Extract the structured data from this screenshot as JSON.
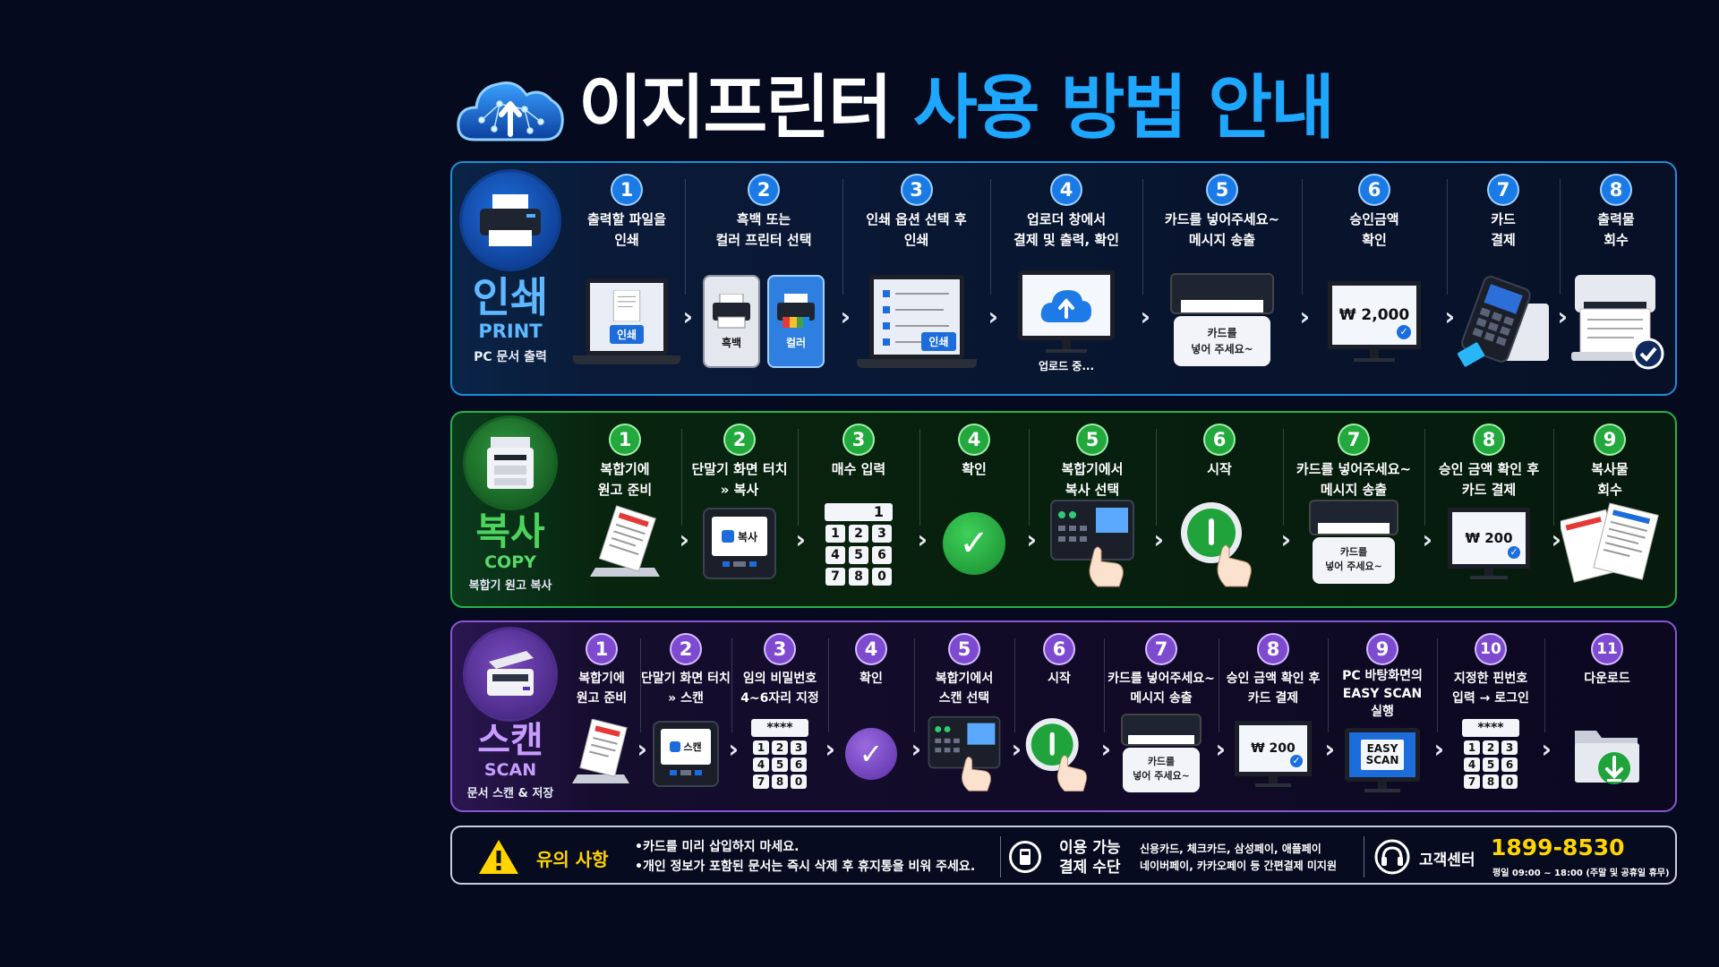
{
  "title": {
    "part1": "이지프린터",
    "part2": "사용 방법 안내"
  },
  "print": {
    "ko": "인쇄",
    "en": "PRINT",
    "sub": "PC 문서 출력",
    "steps": [
      {
        "n": "1",
        "line1": "출력할 파일을",
        "line2": "인쇄",
        "btn": "인쇄"
      },
      {
        "n": "2",
        "line1": "흑백 또는",
        "line2": "컬러 프린터 선택",
        "bw": "흑백",
        "color": "컬러"
      },
      {
        "n": "3",
        "line1": "인쇄 옵션 선택 후",
        "line2": "인쇄",
        "btn": "인쇄"
      },
      {
        "n": "4",
        "line1": "업로더 창에서",
        "line2": "결제 및 출력, 확인",
        "caption": "업로드 중..."
      },
      {
        "n": "5",
        "line1": "카드를 넣어주세요~",
        "line2": "메시지 송출",
        "msg1": "카드를",
        "msg2": "넣어 주세요~"
      },
      {
        "n": "6",
        "line1": "승인금액",
        "line2": "확인",
        "price": "₩ 2,000"
      },
      {
        "n": "7",
        "line1": "카드",
        "line2": "결제"
      },
      {
        "n": "8",
        "line1": "출력물",
        "line2": "회수"
      }
    ]
  },
  "copy": {
    "ko": "복사",
    "en": "COPY",
    "sub": "복합기 원고 복사",
    "steps": [
      {
        "n": "1",
        "line1": "복합기에",
        "line2": "원고 준비"
      },
      {
        "n": "2",
        "line1": "단말기 화면 터치",
        "line2": "» 복사",
        "btn": "복사"
      },
      {
        "n": "3",
        "line1": "매수 입력",
        "line2": "",
        "count": "1",
        "keys": [
          "1",
          "2",
          "3",
          "4",
          "5",
          "6",
          "7",
          "8",
          "0"
        ]
      },
      {
        "n": "4",
        "line1": "확인",
        "line2": ""
      },
      {
        "n": "5",
        "line1": "복합기에서",
        "line2": "복사 선택"
      },
      {
        "n": "6",
        "line1": "시작",
        "line2": ""
      },
      {
        "n": "7",
        "line1": "카드를 넣어주세요~",
        "line2": "메시지 송출",
        "msg1": "카드를",
        "msg2": "넣어 주세요~"
      },
      {
        "n": "8",
        "line1": "승인 금액 확인 후",
        "line2": "카드 결제",
        "price": "₩ 200"
      },
      {
        "n": "9",
        "line1": "복사물",
        "line2": "회수"
      }
    ]
  },
  "scan": {
    "ko": "스캔",
    "en": "SCAN",
    "sub": "문서 스캔 & 저장",
    "steps": [
      {
        "n": "1",
        "line1": "복합기에",
        "line2": "원고 준비"
      },
      {
        "n": "2",
        "line1": "단말기 화면 터치",
        "line2": "» 스캔",
        "btn": "스캔"
      },
      {
        "n": "3",
        "line1": "임의 비밀번호",
        "line2": "4~6자리 지정",
        "pin": "****",
        "keys": [
          "1",
          "2",
          "3",
          "4",
          "5",
          "6",
          "7",
          "8",
          "0"
        ]
      },
      {
        "n": "4",
        "line1": "확인",
        "line2": ""
      },
      {
        "n": "5",
        "line1": "복합기에서",
        "line2": "스캔 선택"
      },
      {
        "n": "6",
        "line1": "시작",
        "line2": ""
      },
      {
        "n": "7",
        "line1": "카드를 넣어주세요~",
        "line2": "메시지 송출",
        "msg1": "카드를",
        "msg2": "넣어 주세요~"
      },
      {
        "n": "8",
        "line1": "승인 금액 확인 후",
        "line2": "카드 결제",
        "price": "₩ 200"
      },
      {
        "n": "9",
        "line1": "PC 바탕화면의",
        "line2": "EASY SCAN",
        "line3": "실행",
        "app1": "EASY",
        "app2": "SCAN"
      },
      {
        "n": "10",
        "line1": "지정한 핀번호",
        "line2": "입력 → 로그인",
        "pin": "****",
        "keys": [
          "1",
          "2",
          "3",
          "4",
          "5",
          "6",
          "7",
          "8",
          "0"
        ]
      },
      {
        "n": "11",
        "line1": "다운로드",
        "line2": ""
      }
    ]
  },
  "notice": {
    "title": "유의 사항",
    "line1": "•카드를 미리 삽입하지 마세요.",
    "line2": "•개인 정보가 포함된 문서는 즉시 삭제 후 휴지통을 비워 주세요.",
    "pay_title1": "이용 가능",
    "pay_title2": "결제 수단",
    "pay_desc1": "신용카드, 체크카드, 삼성페이, 애플페이",
    "pay_desc2": "네이버페이, 카카오페이 등 간편결제 미지원",
    "cs_title": "고객센터",
    "phone": "1899-8530",
    "hours": "평일 09:00 ~ 18:00 (주말 및 공휴일 휴무)"
  },
  "colors": {
    "print": "#1a7ae6",
    "copy": "#22a83c",
    "scan": "#7d4ad0",
    "warning": "#ffd400",
    "title_accent": "#1ea7ff"
  }
}
